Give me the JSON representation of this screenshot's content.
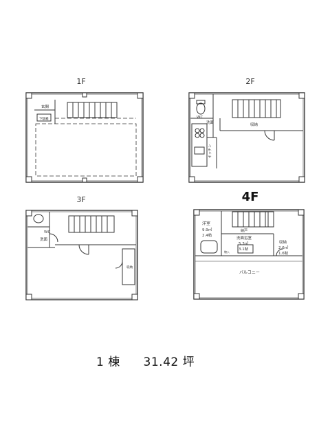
{
  "floors": [
    {
      "label": "1F",
      "rooms": [
        "玄関",
        "下駄箱"
      ]
    },
    {
      "label": "2F",
      "rooms": [
        "WC",
        "洗面",
        "収納",
        "キッチン"
      ]
    },
    {
      "label": "3F",
      "rooms": [
        "WC",
        "洗面",
        "収納"
      ]
    },
    {
      "label": "4F",
      "rooms": [
        "洋室",
        "9.9㎡",
        "2.4帖",
        "納戸",
        "洗面浴室",
        "5.3㎡",
        "3.1帖",
        "物入",
        "収納",
        "2.6㎡",
        "1.6帖",
        "バルコニー"
      ]
    }
  ],
  "summary": {
    "building": "1 棟",
    "area_value": "31.42",
    "area_unit": "坪"
  }
}
